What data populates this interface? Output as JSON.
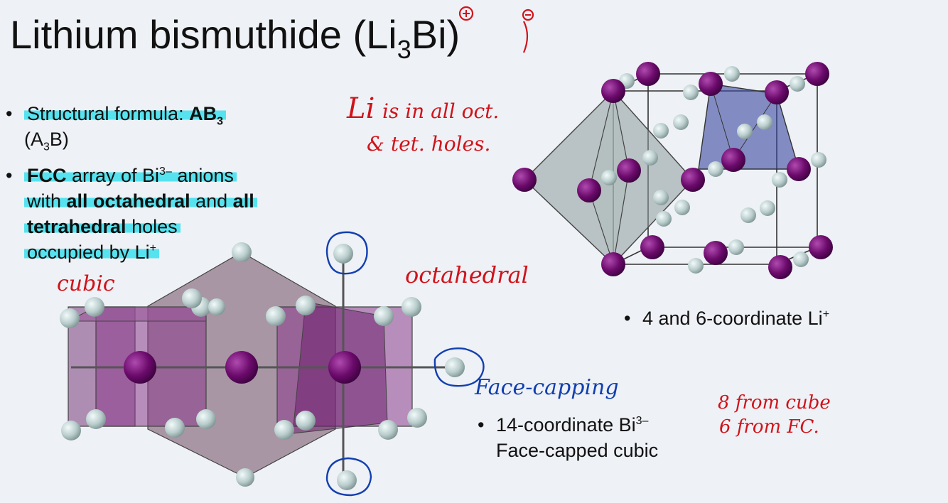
{
  "title": {
    "main": "Lithium bismuthide (Li",
    "sub": "3",
    "end": "Bi)"
  },
  "bullets": {
    "b1": {
      "dot": "•",
      "text": "Structural formula: ",
      "bold": "AB",
      "bold_sub": "3",
      "line2a": "(A",
      "line2sub": "3",
      "line2b": "B)"
    },
    "b2": {
      "dot": "•",
      "l1_bold": "FCC",
      "l1_text": " array of Bi",
      "l1_sup": "3–",
      "l1_end": " anions",
      "l2_a": "with ",
      "l2_bold": "all octahedral",
      "l2_b": " and ",
      "l2_bold2": "all",
      "l3_bold": "tetrahedral",
      "l3_text": " holes",
      "l4_text": "occupied by Li",
      "l4_sup": "+"
    },
    "b3": {
      "dot": "•",
      "text": "4 and 6-coordinate Li",
      "sup": "+"
    },
    "b4": {
      "dot": "•",
      "text": "14-coordinate Bi",
      "sup": "3–",
      "line2": "Face-capped cubic"
    }
  },
  "annotations": {
    "red_note_1": "Li",
    "red_note_1b": "is in all oct.",
    "red_note_2": "& tet. holes.",
    "cubic": "cubic",
    "octahedral": "octahedral",
    "face_capping": "Face-capping",
    "count_1": "8 from cube",
    "count_2": "6 from FC."
  },
  "colors": {
    "highlight": "#56e3ef",
    "bi_atom": "#6b0a6b",
    "li_atom": "#b9cccc",
    "ink_red": "#d0131b",
    "ink_blue": "#123fb0",
    "background": "#eef1f5"
  }
}
